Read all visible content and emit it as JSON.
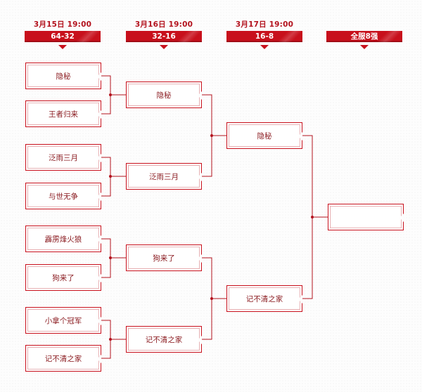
{
  "rounds": [
    {
      "date": "3月15日  19:00",
      "stage": "64-32"
    },
    {
      "date": "3月16日  19:00",
      "stage": "32-16"
    },
    {
      "date": "3月17日  19:00",
      "stage": "16-8"
    },
    {
      "date": "",
      "stage": "全服8强"
    }
  ],
  "round1": [
    "隐秘",
    "王者归来",
    "泛雨三月",
    "与世无争",
    "霹雳烽火狼",
    "狗来了",
    "小拿个冠军",
    "记不清之家"
  ],
  "round2": [
    "隐秘",
    "泛雨三月",
    "狗来了",
    "记不清之家"
  ],
  "round3": [
    "隐秘",
    "记不清之家"
  ],
  "final": [
    ""
  ],
  "colors": {
    "accent": "#c8101c",
    "text": "#8a1a1f",
    "line": "#b3121d"
  }
}
